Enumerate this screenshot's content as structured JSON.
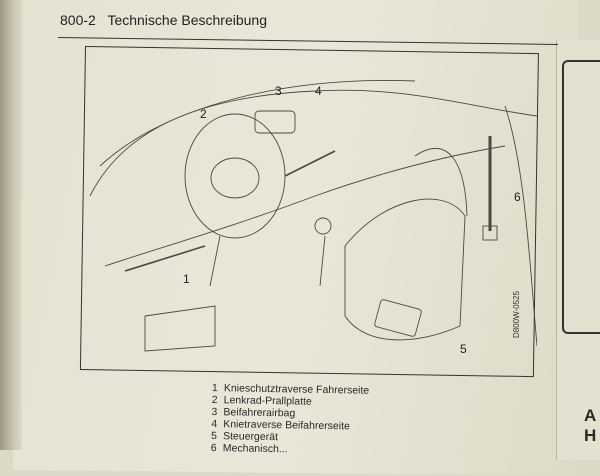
{
  "header": {
    "page_number": "800-2",
    "title": "Technische Beschreibung"
  },
  "figure": {
    "callouts": [
      "1",
      "2",
      "3",
      "4",
      "5",
      "6"
    ],
    "drawing_code": "D800W-0525"
  },
  "legend": [
    {
      "n": "1",
      "label": "Knieschutztraverse Fahrerseite"
    },
    {
      "n": "2",
      "label": "Lenkrad-Prallplatte"
    },
    {
      "n": "3",
      "label": "Beifahrerairbag"
    },
    {
      "n": "4",
      "label": "Knietraverse Beifahrerseite"
    },
    {
      "n": "5",
      "label": "Steuergerät"
    },
    {
      "n": "6",
      "label": "Mechanisch..."
    }
  ],
  "next_page": {
    "letters": [
      "A",
      "H"
    ]
  }
}
